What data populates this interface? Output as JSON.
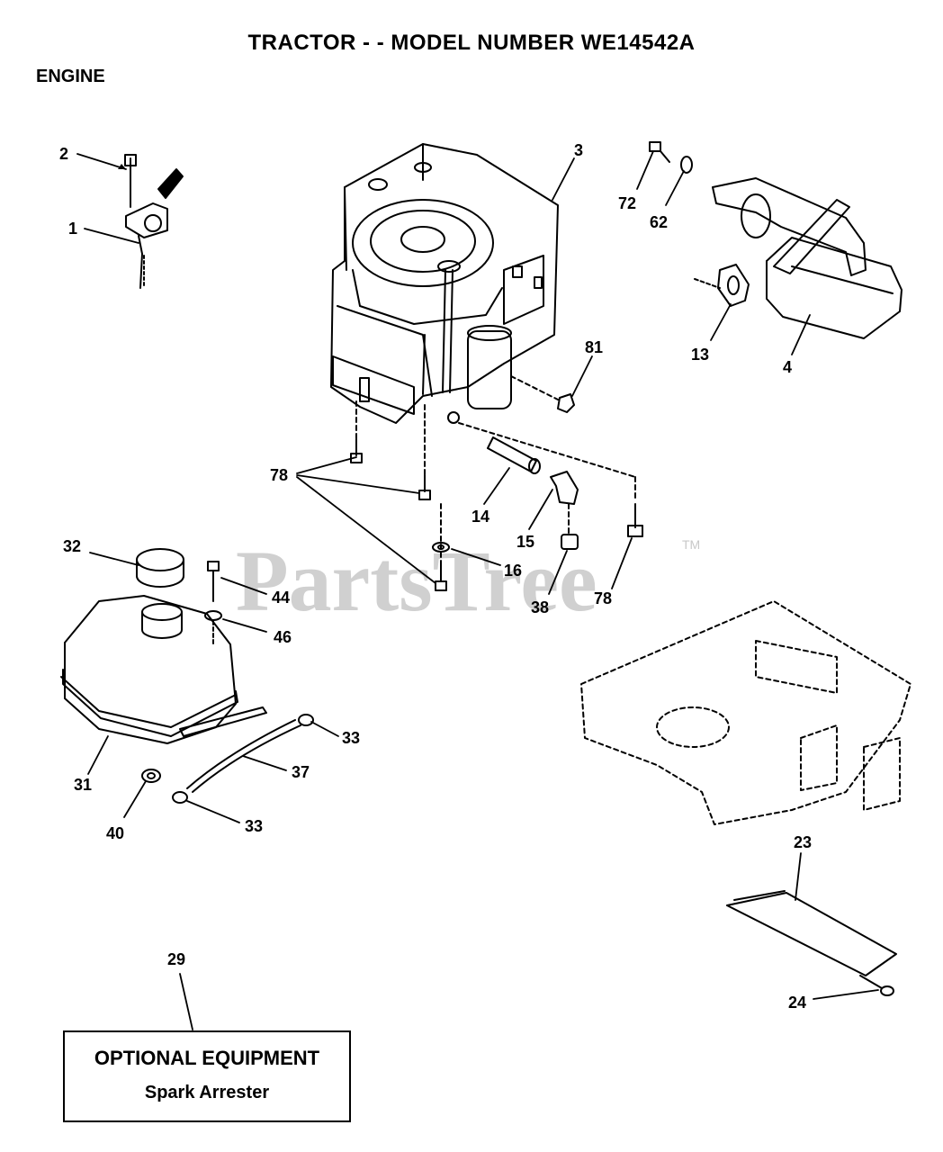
{
  "header": {
    "title": "TRACTOR - - MODEL NUMBER WE14542A",
    "section": "ENGINE"
  },
  "watermark": {
    "text": "PartsTree",
    "trademark": "TM"
  },
  "callouts": [
    "1",
    "2",
    "3",
    "4",
    "13",
    "14",
    "15",
    "16",
    "23",
    "24",
    "29",
    "31",
    "32",
    "33",
    "37",
    "38",
    "40",
    "44",
    "46",
    "62",
    "72",
    "78",
    "81"
  ],
  "optional_equipment": {
    "title": "OPTIONAL EQUIPMENT",
    "item": "Spark Arrester"
  }
}
